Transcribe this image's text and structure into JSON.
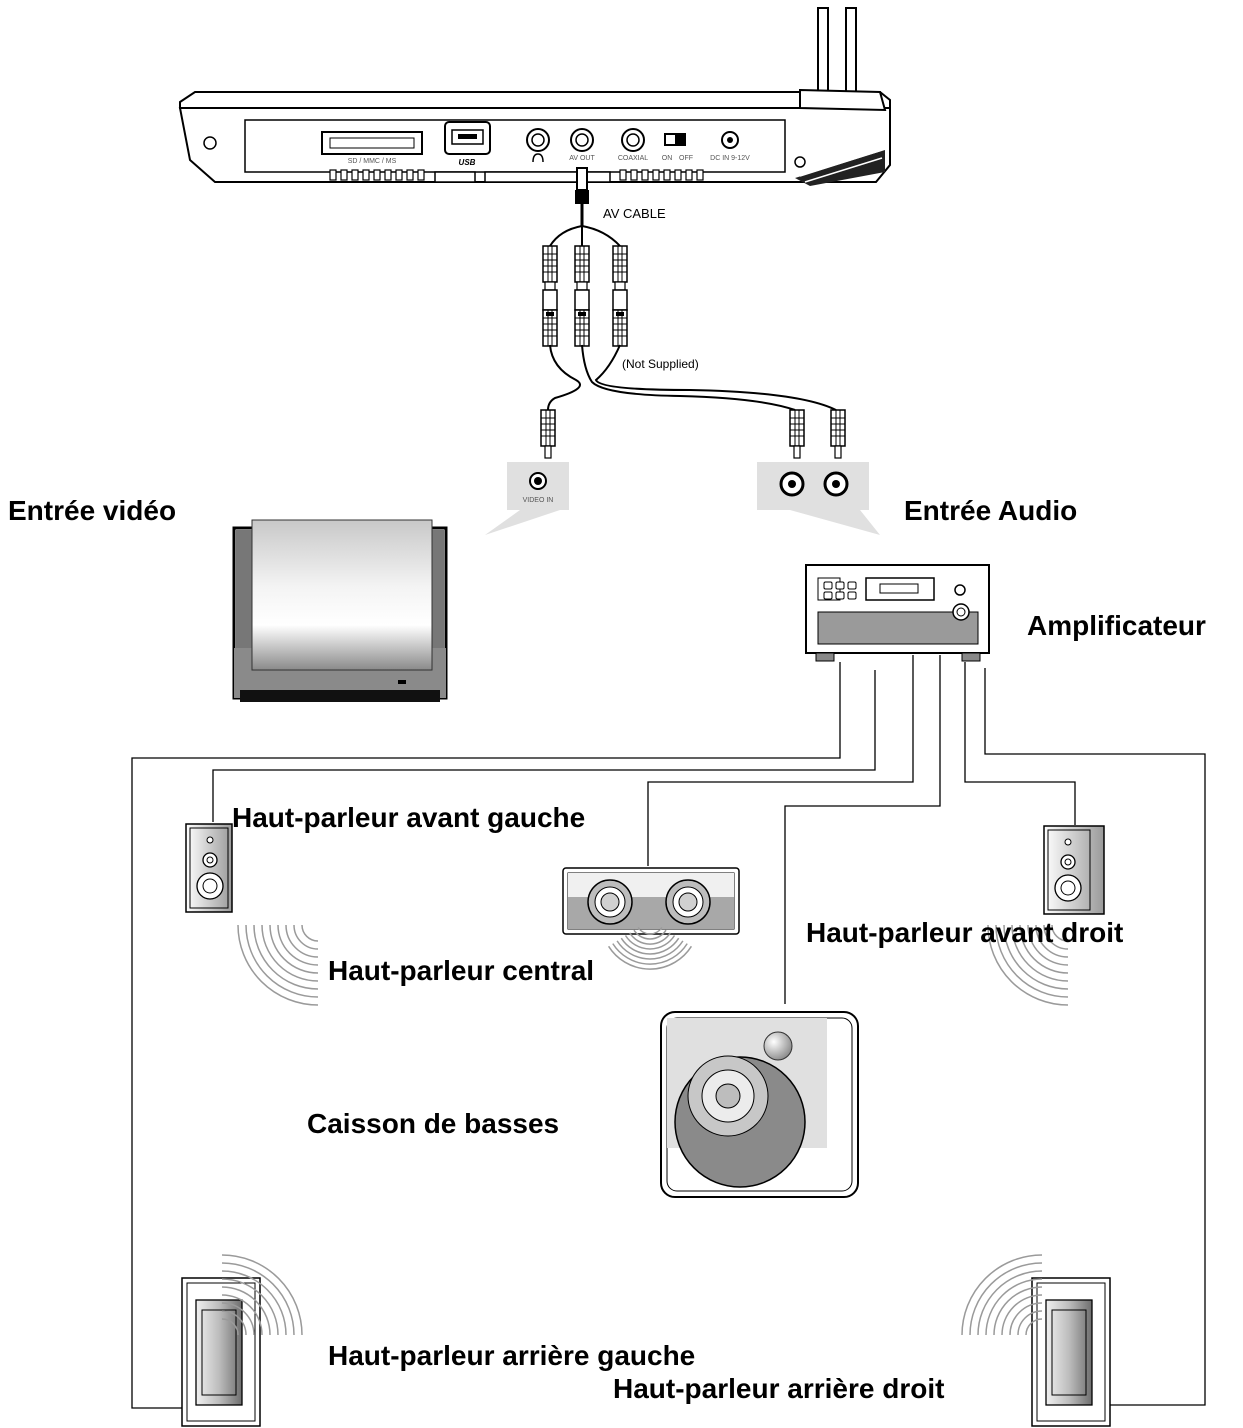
{
  "labels": {
    "video_input": "Entrée vidéo",
    "audio_input": "Entrée Audio",
    "amplifier": "Amplificateur",
    "front_left": "Haut-parleur avant gauche",
    "center": "Haut-parleur central",
    "front_right": "Haut-parleur avant droit",
    "subwoofer": "Caisson de basses",
    "rear_left": "Haut-parleur arrière gauche",
    "rear_right": "Haut-parleur arrière droit"
  },
  "device": {
    "ports": {
      "card_slot": "SD / MMC / MS",
      "usb": "USB",
      "av_out": "AV OUT",
      "coaxial": "COAXIAL",
      "on": "ON",
      "off": "OFF",
      "dc_in": "DC IN 9-12V"
    },
    "cable_label": "AV CABLE",
    "not_supplied": "(Not Supplied)",
    "video_in": "VIDEO IN"
  }
}
